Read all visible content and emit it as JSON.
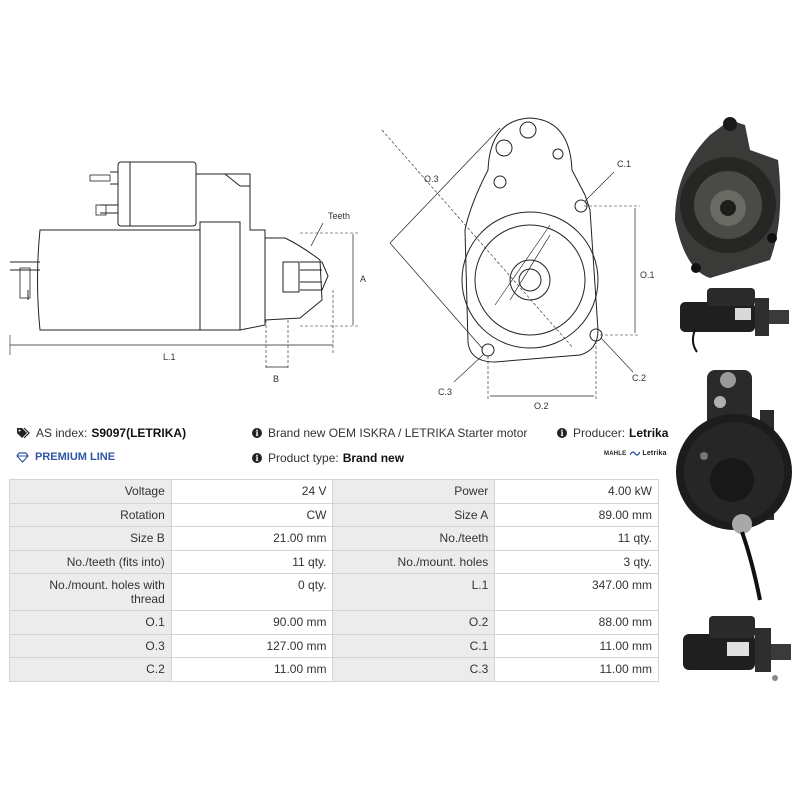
{
  "drawing_side": {
    "teeth_label": "Teeth",
    "a_label": "A",
    "b_label": "B",
    "l1_label": "L.1"
  },
  "drawing_front": {
    "o3_label": "O.3",
    "c1_label": "C.1",
    "o1_label": "O.1",
    "c2_label": "C.2",
    "c3_label": "C.3",
    "o2_label": "O.2"
  },
  "info": {
    "as_index_label": "AS index:",
    "as_index_value": "S9097(LETRIKA)",
    "description": "Brand new OEM ISKRA / LETRIKA Starter motor",
    "producer_label": "Producer:",
    "producer_value": "Letrika",
    "premium_line": "PREMIUM LINE",
    "product_type_label": "Product type:",
    "product_type_value": "Brand new",
    "brand_mahle": "MAHLE",
    "brand_letrika": "Letrika"
  },
  "specs": [
    {
      "k1": "Voltage",
      "v1": "24 V",
      "k2": "Power",
      "v2": "4.00 kW"
    },
    {
      "k1": "Rotation",
      "v1": "CW",
      "k2": "Size A",
      "v2": "89.00 mm"
    },
    {
      "k1": "Size B",
      "v1": "21.00 mm",
      "k2": "No./teeth",
      "v2": "11 qty."
    },
    {
      "k1": "No./teeth (fits into)",
      "v1": "11 qty.",
      "k2": "No./mount. holes",
      "v2": "3 qty."
    },
    {
      "k1": "No./mount. holes with thread",
      "v1": "0 qty.",
      "k2": "L.1",
      "v2": "347.00 mm"
    },
    {
      "k1": "O.1",
      "v1": "90.00 mm",
      "k2": "O.2",
      "v2": "88.00 mm"
    },
    {
      "k1": "O.3",
      "v1": "127.00 mm",
      "k2": "C.1",
      "v2": "11.00 mm"
    },
    {
      "k1": "C.2",
      "v1": "11.00 mm",
      "k2": "C.3",
      "v2": "11.00 mm"
    }
  ],
  "colors": {
    "accent": "#2f55a4",
    "table_key_bg": "#ececec",
    "table_border": "#d4d4d4"
  },
  "icons": {
    "tag": "tags-icon",
    "info": "info-circle-icon",
    "diamond": "diamond-icon"
  }
}
